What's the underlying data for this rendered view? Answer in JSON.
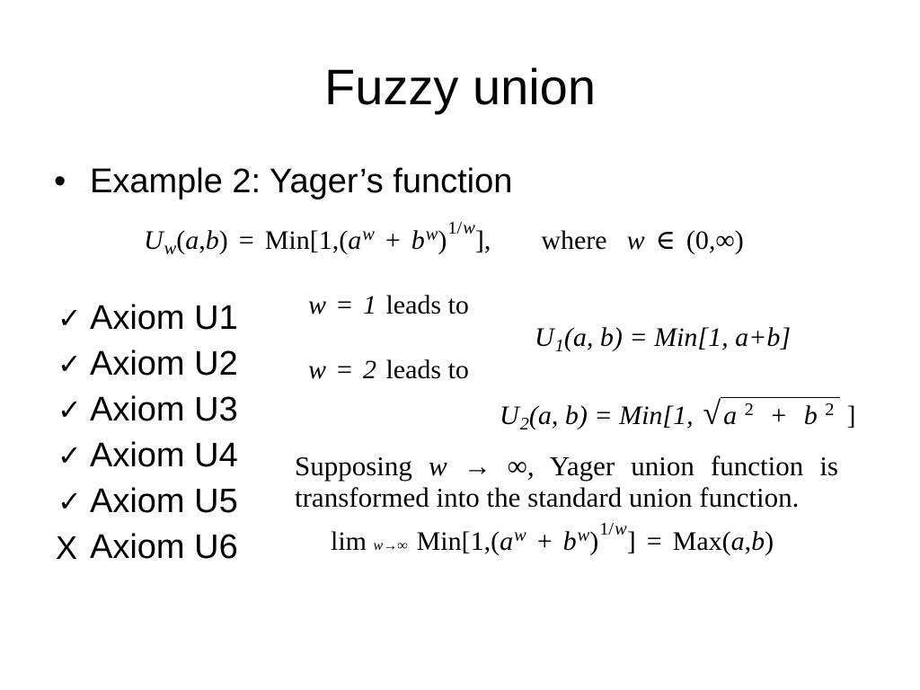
{
  "slide": {
    "title": "Fuzzy union",
    "bullet": {
      "marker": "•",
      "text": "Example 2: Yager’s function"
    },
    "definition": [
      "U",
      "w",
      "(",
      "a",
      ",",
      "b",
      ")",
      "=",
      "Min[1,",
      "(",
      "a",
      "w",
      "+",
      "b",
      "w",
      ")",
      "1/",
      "w",
      "],",
      "where",
      "w",
      "∈",
      "(0,∞)"
    ],
    "axioms": [
      {
        "mark": "✓",
        "label": "Axiom U1"
      },
      {
        "mark": "✓",
        "label": "Axiom U2"
      },
      {
        "mark": "✓",
        "label": "Axiom U3"
      },
      {
        "mark": "✓",
        "label": "Axiom U4"
      },
      {
        "mark": "✓",
        "label": "Axiom U5"
      },
      {
        "mark": "X",
        "label": "Axiom U6"
      }
    ],
    "case1": {
      "intro": [
        "w",
        "=",
        "1",
        "leads to"
      ],
      "result": [
        "U",
        "1",
        "(a, b) = Min[1, a+b]"
      ]
    },
    "case2": {
      "intro": [
        "w",
        "=",
        "2",
        "leads to"
      ],
      "result": [
        "U",
        "2",
        "(a, b) = Min[1,",
        "√",
        "a",
        "2",
        "+",
        "b",
        "2",
        "]"
      ]
    },
    "limit_text": {
      "line1": [
        "Supposing",
        "w",
        "→",
        "∞,",
        "Yager union function is"
      ],
      "line2": "transformed into the standard union function."
    },
    "limit_formula": [
      "lim",
      "w→∞",
      "Min[1,",
      "(",
      "a",
      "w",
      "+",
      "b",
      "w",
      ")",
      "1/",
      "w",
      "]",
      "=",
      "Max",
      "(",
      "a",
      ",",
      "b",
      ")"
    ]
  }
}
